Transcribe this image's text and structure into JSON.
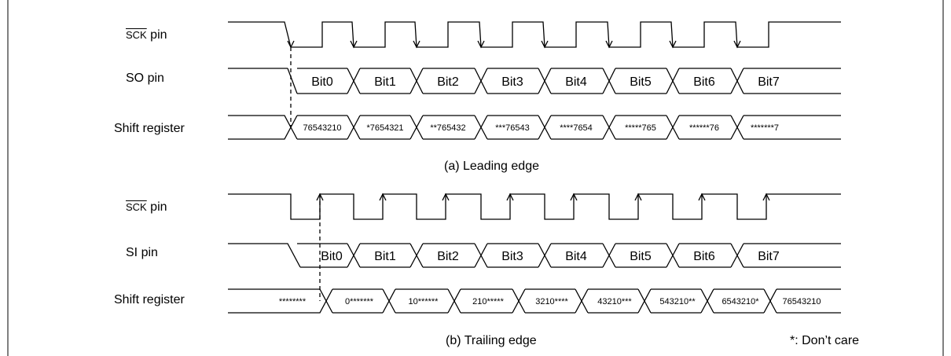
{
  "panel_a": {
    "sck_name": "SCK",
    "sck_suffix": " pin",
    "so_label": "SO pin",
    "shift_label": "Shift register",
    "bits": [
      "Bit0",
      "Bit1",
      "Bit2",
      "Bit3",
      "Bit4",
      "Bit5",
      "Bit6",
      "Bit7"
    ],
    "shift_values": [
      "76543210",
      "*7654321",
      "**765432",
      "***76543",
      "****7654",
      "*****765",
      "******76",
      "*******7"
    ],
    "caption": "(a) Leading edge"
  },
  "panel_b": {
    "sck_name": "SCK",
    "sck_suffix": " pin",
    "si_label": "SI pin",
    "shift_label": "Shift register",
    "bits": [
      "Bit0",
      "Bit1",
      "Bit2",
      "Bit3",
      "Bit4",
      "Bit5",
      "Bit6",
      "Bit7"
    ],
    "shift_initial": "********",
    "shift_values": [
      "0*******",
      "10******",
      "210*****",
      "3210****",
      "43210***",
      "543210**",
      "6543210*",
      "76543210"
    ],
    "caption": "(b) Trailing edge"
  },
  "note": "*: Don’t care"
}
